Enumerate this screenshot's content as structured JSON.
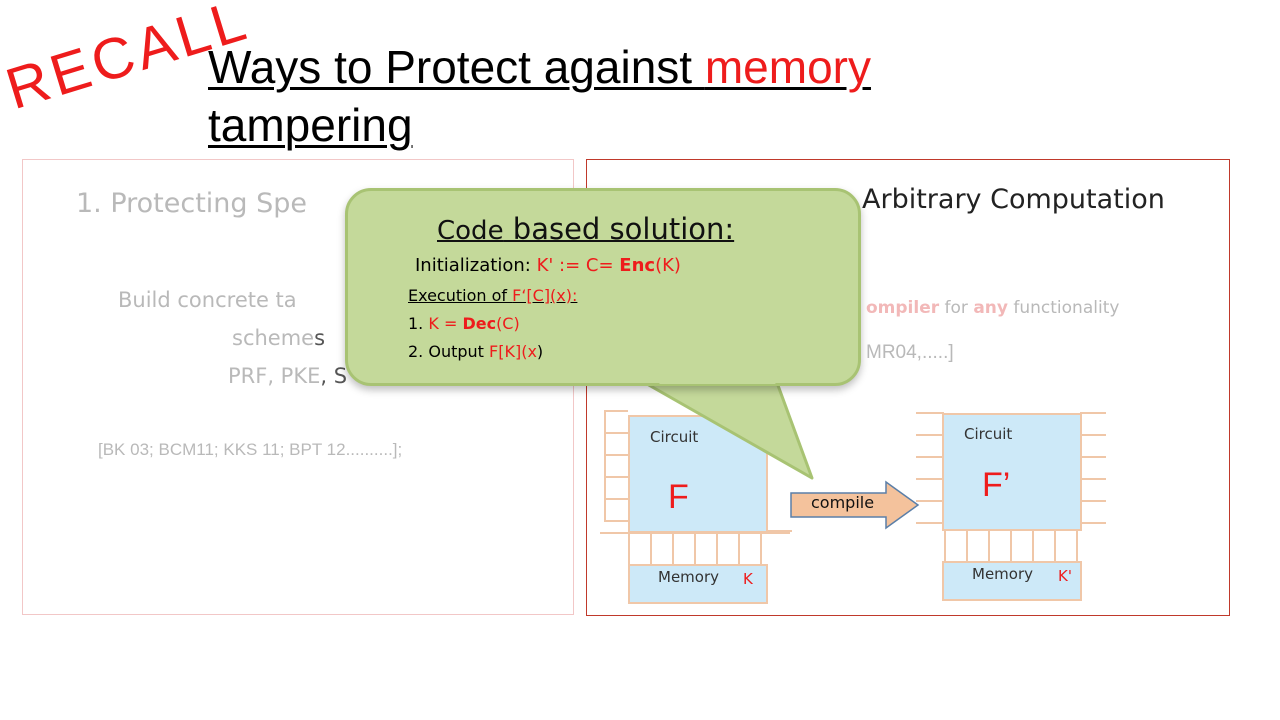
{
  "slide": {
    "recall": "RECALL",
    "title_line1_black": "Ways to Protect against ",
    "title_line1_red": "memory",
    "title_line2": "tampering"
  },
  "left_panel": {
    "heading": "1.   Protecting Spe",
    "line1": "Build concrete ta",
    "line2": "scheme",
    "line2b": "s",
    "line3": "PRF, PKE",
    "line3b": ", S",
    "citation": "[BK 03;  BCM11; KKS 11; BPT 12..........];"
  },
  "right_panel": {
    "heading_partial": "Arbitrary Computation",
    "faded_line_a": "ompiler",
    "faded_line_b": " for ",
    "faded_line_c": "any",
    "faded_line_d": " functionality",
    "citation_partial": "MR04,.....]",
    "compile_label": "compile",
    "left_circuit": {
      "label": "Circuit",
      "name": "F",
      "memory": "Memory",
      "key": "K"
    },
    "right_circuit": {
      "label": "Circuit",
      "name": "F’",
      "memory": "Memory",
      "key": "K'"
    }
  },
  "callout": {
    "title_a": "Code",
    "title_b": " based solution:",
    "init_prefix": "Initialization: ",
    "init_value": "K' := C= ",
    "init_enc": "Enc",
    "init_k": "(K)",
    "exec_prefix": "Execution of ",
    "exec_value": "F‘[C](x):",
    "step1_prefix": "1. ",
    "step1_value": "K = ",
    "step1_dec": "Dec",
    "step1_c": "(C)",
    "step2_prefix": "2. Output ",
    "step2_value": "F[K](x",
    "step2_end": ")"
  },
  "colors": {
    "accent_red": "#ee1c1c",
    "callout_green": "#c4d99a",
    "box_blue": "#cde9f8",
    "arrow_peach": "#f4c29c"
  }
}
